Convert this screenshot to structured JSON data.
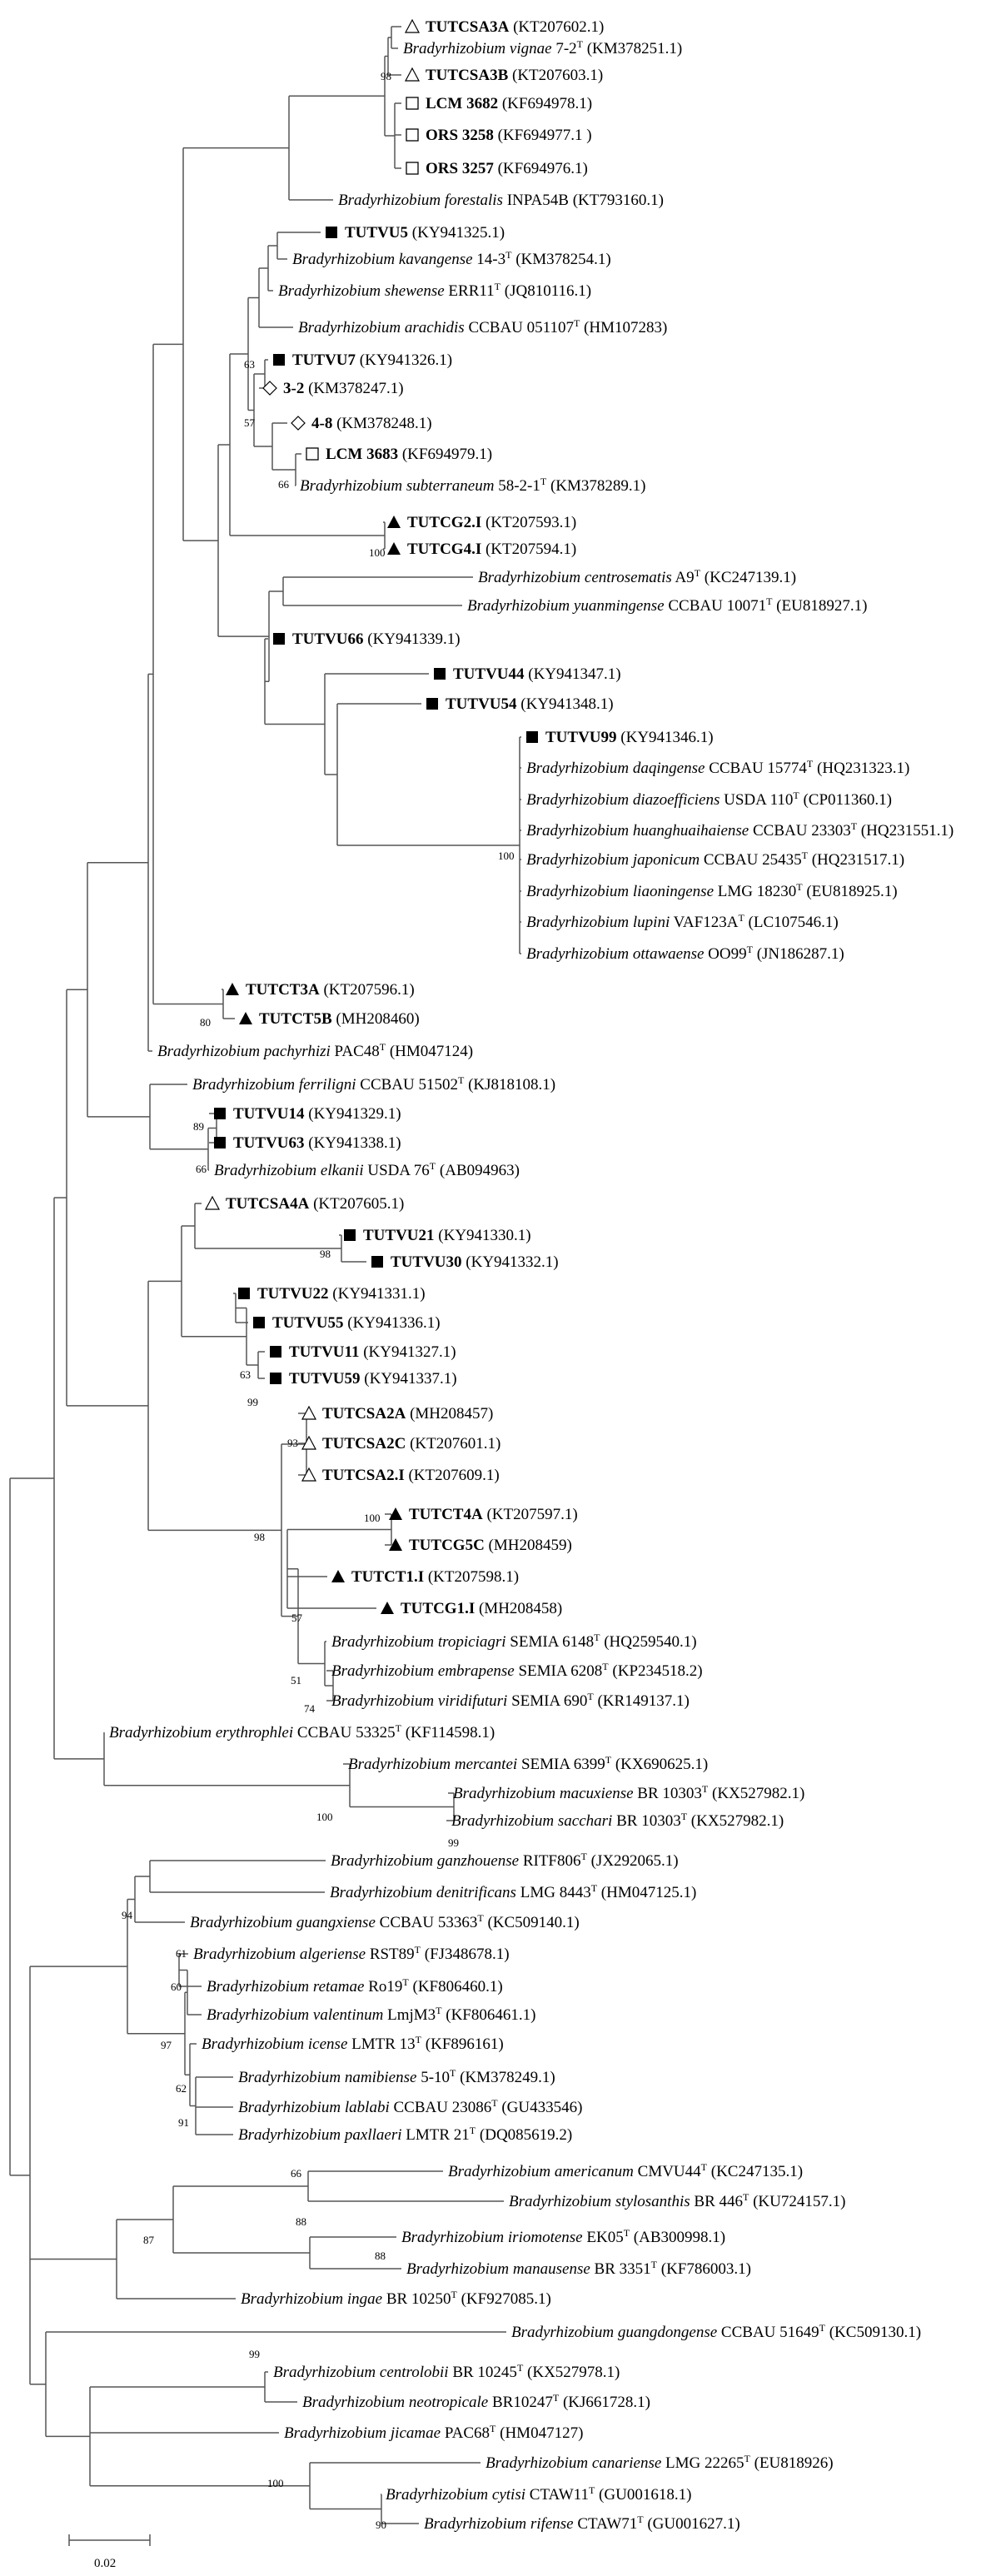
{
  "tree": {
    "scale_bar_label": "0.02",
    "leaves": [
      {
        "marker": "triangle-open",
        "name": "TUTCSA3A",
        "acc": "KT207602.1",
        "bold": true
      },
      {
        "marker": "",
        "name": "Bradyrhizobium vignae",
        "strain": "7-2",
        "type": true,
        "acc": "KM378251.1"
      },
      {
        "marker": "triangle-open",
        "name": "TUTCSA3B",
        "acc": "KT207603.1",
        "bold": true
      },
      {
        "marker": "square-open",
        "name": "LCM 3682",
        "acc": "KF694978.1",
        "bold": true
      },
      {
        "marker": "square-open",
        "name": "ORS 3258",
        "acc": "KF694977.1 ",
        "bold": true
      },
      {
        "marker": "square-open",
        "name": "ORS 3257",
        "acc": "KF694976.1",
        "bold": true
      },
      {
        "marker": "",
        "name": "Bradyrhizobium forestalis",
        "strain": "INPA54B",
        "acc": "KT793160.1"
      },
      {
        "marker": "square-filled",
        "name": "TUTVU5",
        "acc": "KY941325.1",
        "bold": true
      },
      {
        "marker": "",
        "name": "Bradyrhizobium kavangense",
        "strain": "14-3",
        "type": true,
        "acc": "KM378254.1"
      },
      {
        "marker": "",
        "name": "Bradyrhizobium shewense",
        "strain": "ERR11",
        "type": true,
        "acc": "JQ810116.1"
      },
      {
        "marker": "",
        "name": "Bradyrhizobium arachidis",
        "strain": "CCBAU 051107",
        "type": true,
        "acc": "HM107283"
      },
      {
        "marker": "square-filled",
        "name": "TUTVU7",
        "acc": "KY941326.1",
        "bold": true
      },
      {
        "marker": "diamond-open",
        "name": "3-2",
        "acc": "KM378247.1",
        "bold": true
      },
      {
        "marker": "diamond-open",
        "name": "4-8",
        "acc": "KM378248.1",
        "bold": true
      },
      {
        "marker": "square-open",
        "name": "LCM 3683",
        "acc": "KF694979.1",
        "bold": true
      },
      {
        "marker": "",
        "name": "Bradyrhizobium subterraneum",
        "strain": "58-2-1",
        "type": true,
        "acc": "KM378289.1"
      },
      {
        "marker": "triangle-filled",
        "name": "TUTCG2.I",
        "acc": "KT207593.1",
        "bold": true
      },
      {
        "marker": "triangle-filled",
        "name": "TUTCG4.I",
        "acc": "KT207594.1",
        "bold": true
      },
      {
        "marker": "",
        "name": "Bradyrhizobium centrosematis",
        "strain": "A9",
        "type": true,
        "acc": "KC247139.1"
      },
      {
        "marker": "",
        "name": "Bradyrhizobium yuanmingense",
        "strain": "CCBAU 10071",
        "type": true,
        "acc": "EU818927.1"
      },
      {
        "marker": "square-filled",
        "name": "TUTVU66",
        "acc": "KY941339.1",
        "bold": true
      },
      {
        "marker": "square-filled",
        "name": "TUTVU44",
        "acc": "KY941347.1",
        "bold": true
      },
      {
        "marker": "square-filled",
        "name": "TUTVU54",
        "acc": "KY941348.1",
        "bold": true
      },
      {
        "marker": "square-filled",
        "name": "TUTVU99",
        "acc": "KY941346.1",
        "bold": true
      },
      {
        "marker": "",
        "name": "Bradyrhizobium daqingense",
        "strain": "CCBAU 15774",
        "type": true,
        "acc": "HQ231323.1"
      },
      {
        "marker": "",
        "name": "Bradyrhizobium diazoefficiens",
        "strain": "USDA 110",
        "type": true,
        "acc": "CP011360.1"
      },
      {
        "marker": "",
        "name": "Bradyrhizobium huanghuaihaiense",
        "strain": "CCBAU 23303",
        "type": true,
        "acc": "HQ231551.1"
      },
      {
        "marker": "",
        "name": "Bradyrhizobium japonicum",
        "strain": "CCBAU 25435",
        "type": true,
        "acc": "HQ231517.1"
      },
      {
        "marker": "",
        "name": "Bradyrhizobium liaoningense",
        "strain": "LMG 18230",
        "type": true,
        "acc": "EU818925.1"
      },
      {
        "marker": "",
        "name": "Bradyrhizobium lupini",
        "strain": "VAF123A",
        "type": true,
        "acc": "LC107546.1"
      },
      {
        "marker": "",
        "name": "Bradyrhizobium ottawaense",
        "strain": "OO99",
        "type": true,
        "acc": "JN186287.1"
      },
      {
        "marker": "triangle-filled",
        "name": "TUTCT3A",
        "acc": "KT207596.1",
        "bold": true
      },
      {
        "marker": "triangle-filled",
        "name": "TUTCT5B",
        "acc": "MH208460",
        "bold": true
      },
      {
        "marker": "",
        "name": "Bradyrhizobium pachyrhizi",
        "strain": "PAC48",
        "type": true,
        "acc": "HM047124"
      },
      {
        "marker": "",
        "name": "Bradyrhizobium ferriligni",
        "strain": "CCBAU 51502",
        "type": true,
        "acc": "KJ818108.1"
      },
      {
        "marker": "square-filled",
        "name": "TUTVU14",
        "acc": "KY941329.1",
        "bold": true
      },
      {
        "marker": "square-filled",
        "name": "TUTVU63",
        "acc": "KY941338.1",
        "bold": true
      },
      {
        "marker": "",
        "name": "Bradyrhizobium elkanii",
        "strain": "USDA 76",
        "type": true,
        "acc": "AB094963"
      },
      {
        "marker": "triangle-open",
        "name": "TUTCSA4A",
        "acc": "KT207605.1",
        "bold": true
      },
      {
        "marker": "square-filled",
        "name": "TUTVU21",
        "acc": "KY941330.1",
        "bold": true
      },
      {
        "marker": "square-filled",
        "name": "TUTVU30",
        "acc": "KY941332.1",
        "bold": true
      },
      {
        "marker": "square-filled",
        "name": "TUTVU22",
        "acc": "KY941331.1",
        "bold": true
      },
      {
        "marker": "square-filled",
        "name": "TUTVU55",
        "acc": "KY941336.1",
        "bold": true
      },
      {
        "marker": "square-filled",
        "name": "TUTVU11",
        "acc": "KY941327.1",
        "bold": true
      },
      {
        "marker": "square-filled",
        "name": "TUTVU59",
        "acc": "KY941337.1",
        "bold": true
      },
      {
        "marker": "triangle-open",
        "name": "TUTCSA2A",
        "acc": "MH208457",
        "bold": true
      },
      {
        "marker": "triangle-open",
        "name": "TUTCSA2C",
        "acc": "KT207601.1",
        "bold": true
      },
      {
        "marker": "triangle-open",
        "name": "TUTCSA2.I",
        "acc": "KT207609.1",
        "bold": true
      },
      {
        "marker": "triangle-filled",
        "name": "TUTCT4A",
        "acc": "KT207597.1",
        "bold": true
      },
      {
        "marker": "triangle-filled",
        "name": "TUTCG5C",
        "acc": "MH208459",
        "bold": true
      },
      {
        "marker": "triangle-filled",
        "name": "TUTCT1.I",
        "acc": "KT207598.1",
        "bold": true
      },
      {
        "marker": "triangle-filled",
        "name": "TUTCG1.I",
        "acc": "MH208458",
        "bold": true
      },
      {
        "marker": "",
        "name": "Bradyrhizobium tropiciagri",
        "strain": "SEMIA 6148",
        "type": true,
        "acc": "HQ259540.1"
      },
      {
        "marker": "",
        "name": "Bradyrhizobium embrapense",
        "strain": "SEMIA 6208",
        "type": true,
        "acc": "KP234518.2"
      },
      {
        "marker": "",
        "name": "Bradyrhizobium viridifuturi",
        "strain": "SEMIA 690",
        "type": true,
        "acc": "KR149137.1"
      },
      {
        "marker": "",
        "name": "Bradyrhizobium erythrophlei",
        "strain": "CCBAU 53325",
        "type": true,
        "acc": "KF114598.1"
      },
      {
        "marker": "",
        "name": "Bradyrhizobium mercantei",
        "strain": "SEMIA 6399",
        "type": true,
        "acc": "KX690625.1"
      },
      {
        "marker": "",
        "name": "Bradyrhizobium macuxiense",
        "strain": "BR 10303",
        "type": true,
        "acc": "KX527982.1"
      },
      {
        "marker": "",
        "name": "Bradyrhizobium sacchari",
        "strain": "BR 10303",
        "type": true,
        "acc": "KX527982.1"
      },
      {
        "marker": "",
        "name": "Bradyrhizobium ganzhouense",
        "strain": "RITF806",
        "type": true,
        "acc": "JX292065.1"
      },
      {
        "marker": "",
        "name": "Bradyrhizobium denitrificans",
        "strain": "LMG 8443",
        "type": true,
        "acc": "HM047125.1"
      },
      {
        "marker": "",
        "name": "Bradyrhizobium guangxiense",
        "strain": "CCBAU 53363",
        "type": true,
        "acc": "KC509140.1"
      },
      {
        "marker": "",
        "name": "Bradyrhizobium algeriense",
        "strain": "RST89",
        "type": true,
        "acc": "FJ348678.1"
      },
      {
        "marker": "",
        "name": "Bradyrhizobium retamae",
        "strain": "Ro19",
        "type": true,
        "acc": "KF806460.1"
      },
      {
        "marker": "",
        "name": "Bradyrhizobium valentinum",
        "strain": "LmjM3",
        "type": true,
        "acc": "KF806461.1"
      },
      {
        "marker": "",
        "name": "Bradyrhizobium icense",
        "strain": "LMTR 13",
        "type": true,
        "acc": "KF896161"
      },
      {
        "marker": "",
        "name": "Bradyrhizobium namibiense",
        "strain": "5-10",
        "type": true,
        "acc": "KM378249.1"
      },
      {
        "marker": "",
        "name": "Bradyrhizobium lablabi",
        "strain": "CCBAU 23086",
        "type": true,
        "acc": "GU433546"
      },
      {
        "marker": "",
        "name": "Bradyrhizobium paxllaeri",
        "strain": "LMTR 21",
        "type": true,
        "acc": "DQ085619.2"
      },
      {
        "marker": "",
        "name": "Bradyrhizobium americanum",
        "strain": "CMVU44",
        "type": true,
        "acc": "KC247135.1"
      },
      {
        "marker": "",
        "name": "Bradyrhizobium stylosanthis",
        "strain": "BR 446",
        "type": true,
        "acc": "KU724157.1"
      },
      {
        "marker": "",
        "name": "Bradyrhizobium iriomotense",
        "strain": "EK05",
        "type": true,
        "acc": "AB300998.1"
      },
      {
        "marker": "",
        "name": "Bradyrhizobium manausense",
        "strain": "BR 3351",
        "type": true,
        "acc": "KF786003.1"
      },
      {
        "marker": "",
        "name": "Bradyrhizobium ingae",
        "strain": "BR 10250",
        "type": true,
        "acc": "KF927085.1"
      },
      {
        "marker": "",
        "name": "Bradyrhizobium guangdongense",
        "strain": "CCBAU 51649",
        "type": true,
        "acc": "KC509130.1"
      },
      {
        "marker": "",
        "name": "Bradyrhizobium centrolobii",
        "strain": "BR 10245",
        "type": true,
        "acc": "KX527978.1"
      },
      {
        "marker": "",
        "name": "Bradyrhizobium neotropicale",
        "strain": "BR10247",
        "type": true,
        "acc": "KJ661728.1"
      },
      {
        "marker": "",
        "name": "Bradyrhizobium jicamae",
        "strain": "PAC68",
        "type": true,
        "acc": "HM047127"
      },
      {
        "marker": "",
        "name": "Bradyrhizobium canariense",
        "strain": "LMG 22265",
        "type": true,
        "acc": "EU818926"
      },
      {
        "marker": "",
        "name": "Bradyrhizobium cytisi",
        "strain": "CTAW11",
        "type": true,
        "acc": "GU001618.1"
      },
      {
        "marker": "",
        "name": "Bradyrhizobium rifense",
        "strain": "CTAW71",
        "type": true,
        "acc": "GU001627.1"
      }
    ]
  }
}
